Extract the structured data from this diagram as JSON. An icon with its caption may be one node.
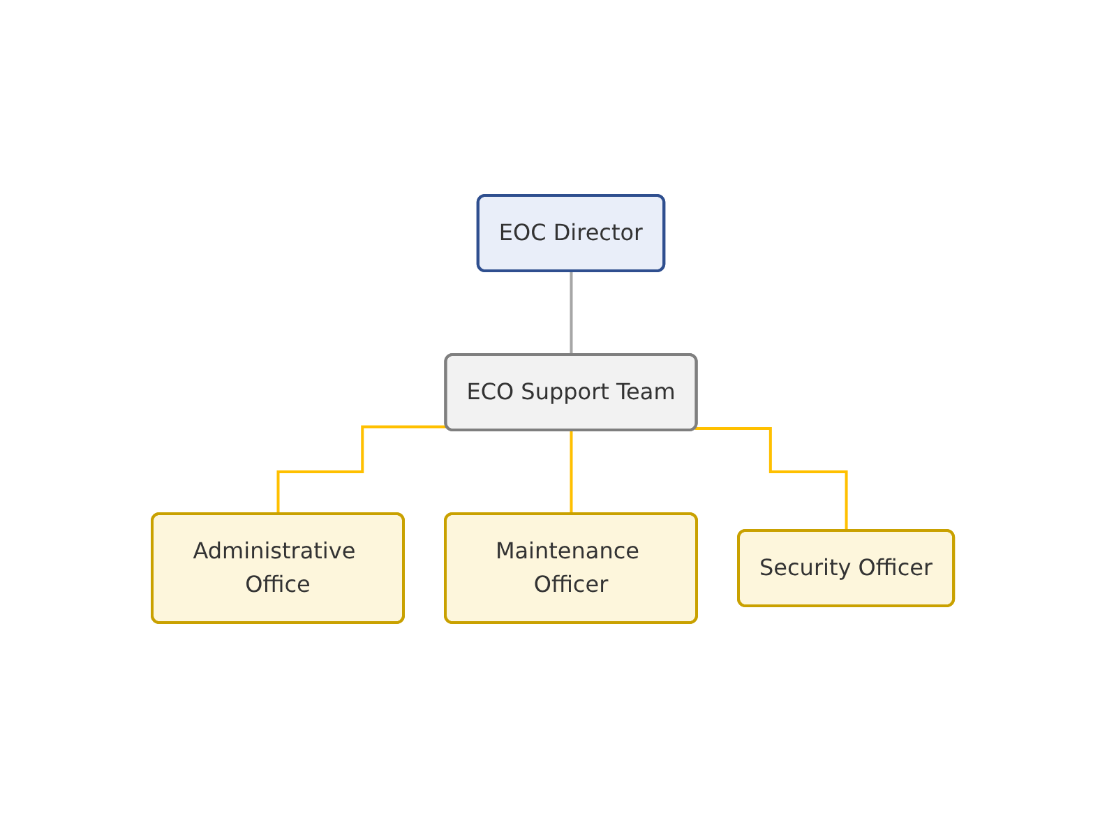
{
  "diagram": {
    "nodes": [
      {
        "text": [
          "EOC Director"
        ]
      },
      {
        "text": [
          "ECO Support Team"
        ]
      },
      {
        "text": [
          "Administrative Office"
        ]
      },
      {
        "text": [
          "Maintenance Officer"
        ]
      },
      {
        "text": [
          "Security Officer"
        ]
      }
    ],
    "edges": [
      {
        "from": 0,
        "to": 1,
        "arrow": "none",
        "color": "#a6a6a6"
      },
      {
        "from": 1,
        "to": 2,
        "arrow": "none"
      },
      {
        "from": 1,
        "to": 3,
        "arrow": "none"
      },
      {
        "from": 1,
        "to": 4,
        "arrow": "none"
      }
    ]
  }
}
